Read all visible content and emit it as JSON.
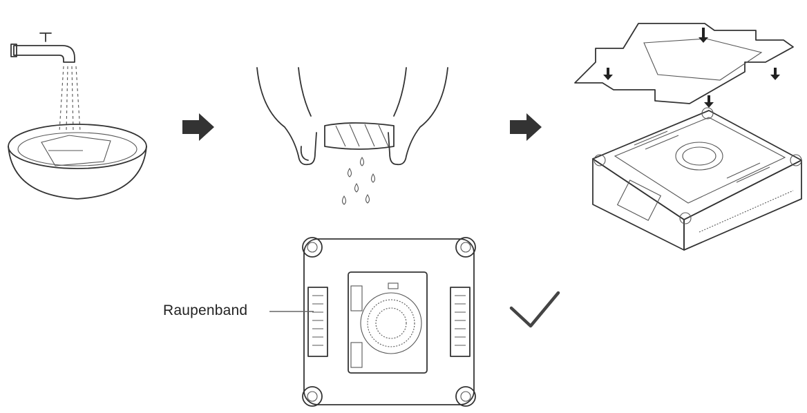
{
  "steps": [
    {
      "id": "soak-pad",
      "icon": "faucet-bowl-icon"
    },
    {
      "id": "wring-pad",
      "icon": "hands-wringing-icon"
    },
    {
      "id": "attach-pad",
      "icon": "robot-with-pad-icon"
    }
  ],
  "result": {
    "icon": "robot-underside-icon",
    "callout_label": "Raupenband",
    "status_icon": "checkmark-icon"
  },
  "arrow_icon": "arrow-right-icon",
  "colors": {
    "line": "#333333",
    "fill_light": "#f1f1f1",
    "fill_gray": "#e4e4e4",
    "arrow": "#333333"
  }
}
